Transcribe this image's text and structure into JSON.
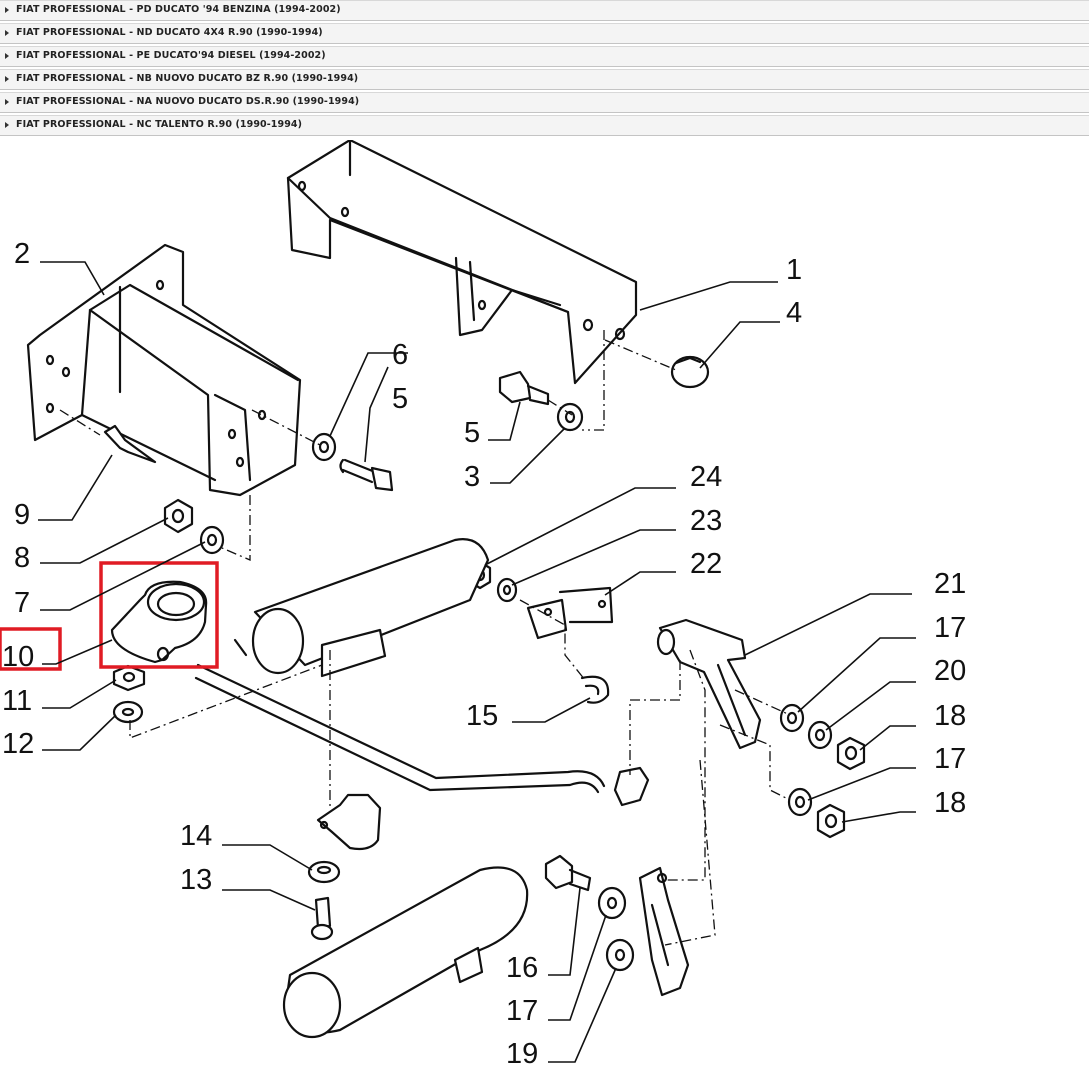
{
  "model_list": [
    {
      "label": "FIAT PROFESSIONAL - PD DUCATO '94 BENZINA (1994-2002)"
    },
    {
      "label": "FIAT PROFESSIONAL - ND DUCATO 4X4 R.90 (1990-1994)"
    },
    {
      "label": "FIAT PROFESSIONAL - PE DUCATO'94 DIESEL (1994-2002)"
    },
    {
      "label": "FIAT PROFESSIONAL - NB NUOVO DUCATO BZ R.90 (1990-1994)"
    },
    {
      "label": "FIAT PROFESSIONAL - NA NUOVO DUCATO DS.R.90 (1990-1994)"
    },
    {
      "label": "FIAT PROFESSIONAL - NC TALENTO R.90 (1990-1994)"
    }
  ],
  "callouts": {
    "c1": "1",
    "c2": "2",
    "c3": "3",
    "c4": "4",
    "c5a": "5",
    "c5b": "5",
    "c6": "6",
    "c7": "7",
    "c8": "8",
    "c9": "9",
    "c10": "10",
    "c11": "11",
    "c12": "12",
    "c13": "13",
    "c14": "14",
    "c15": "15",
    "c16": "16",
    "c17a": "17",
    "c17b": "17",
    "c17c": "17",
    "c18a": "18",
    "c18b": "18",
    "c19": "19",
    "c20": "20",
    "c21": "21",
    "c22": "22",
    "c23": "23",
    "c24": "24"
  },
  "highlight_color": "#e01b24"
}
